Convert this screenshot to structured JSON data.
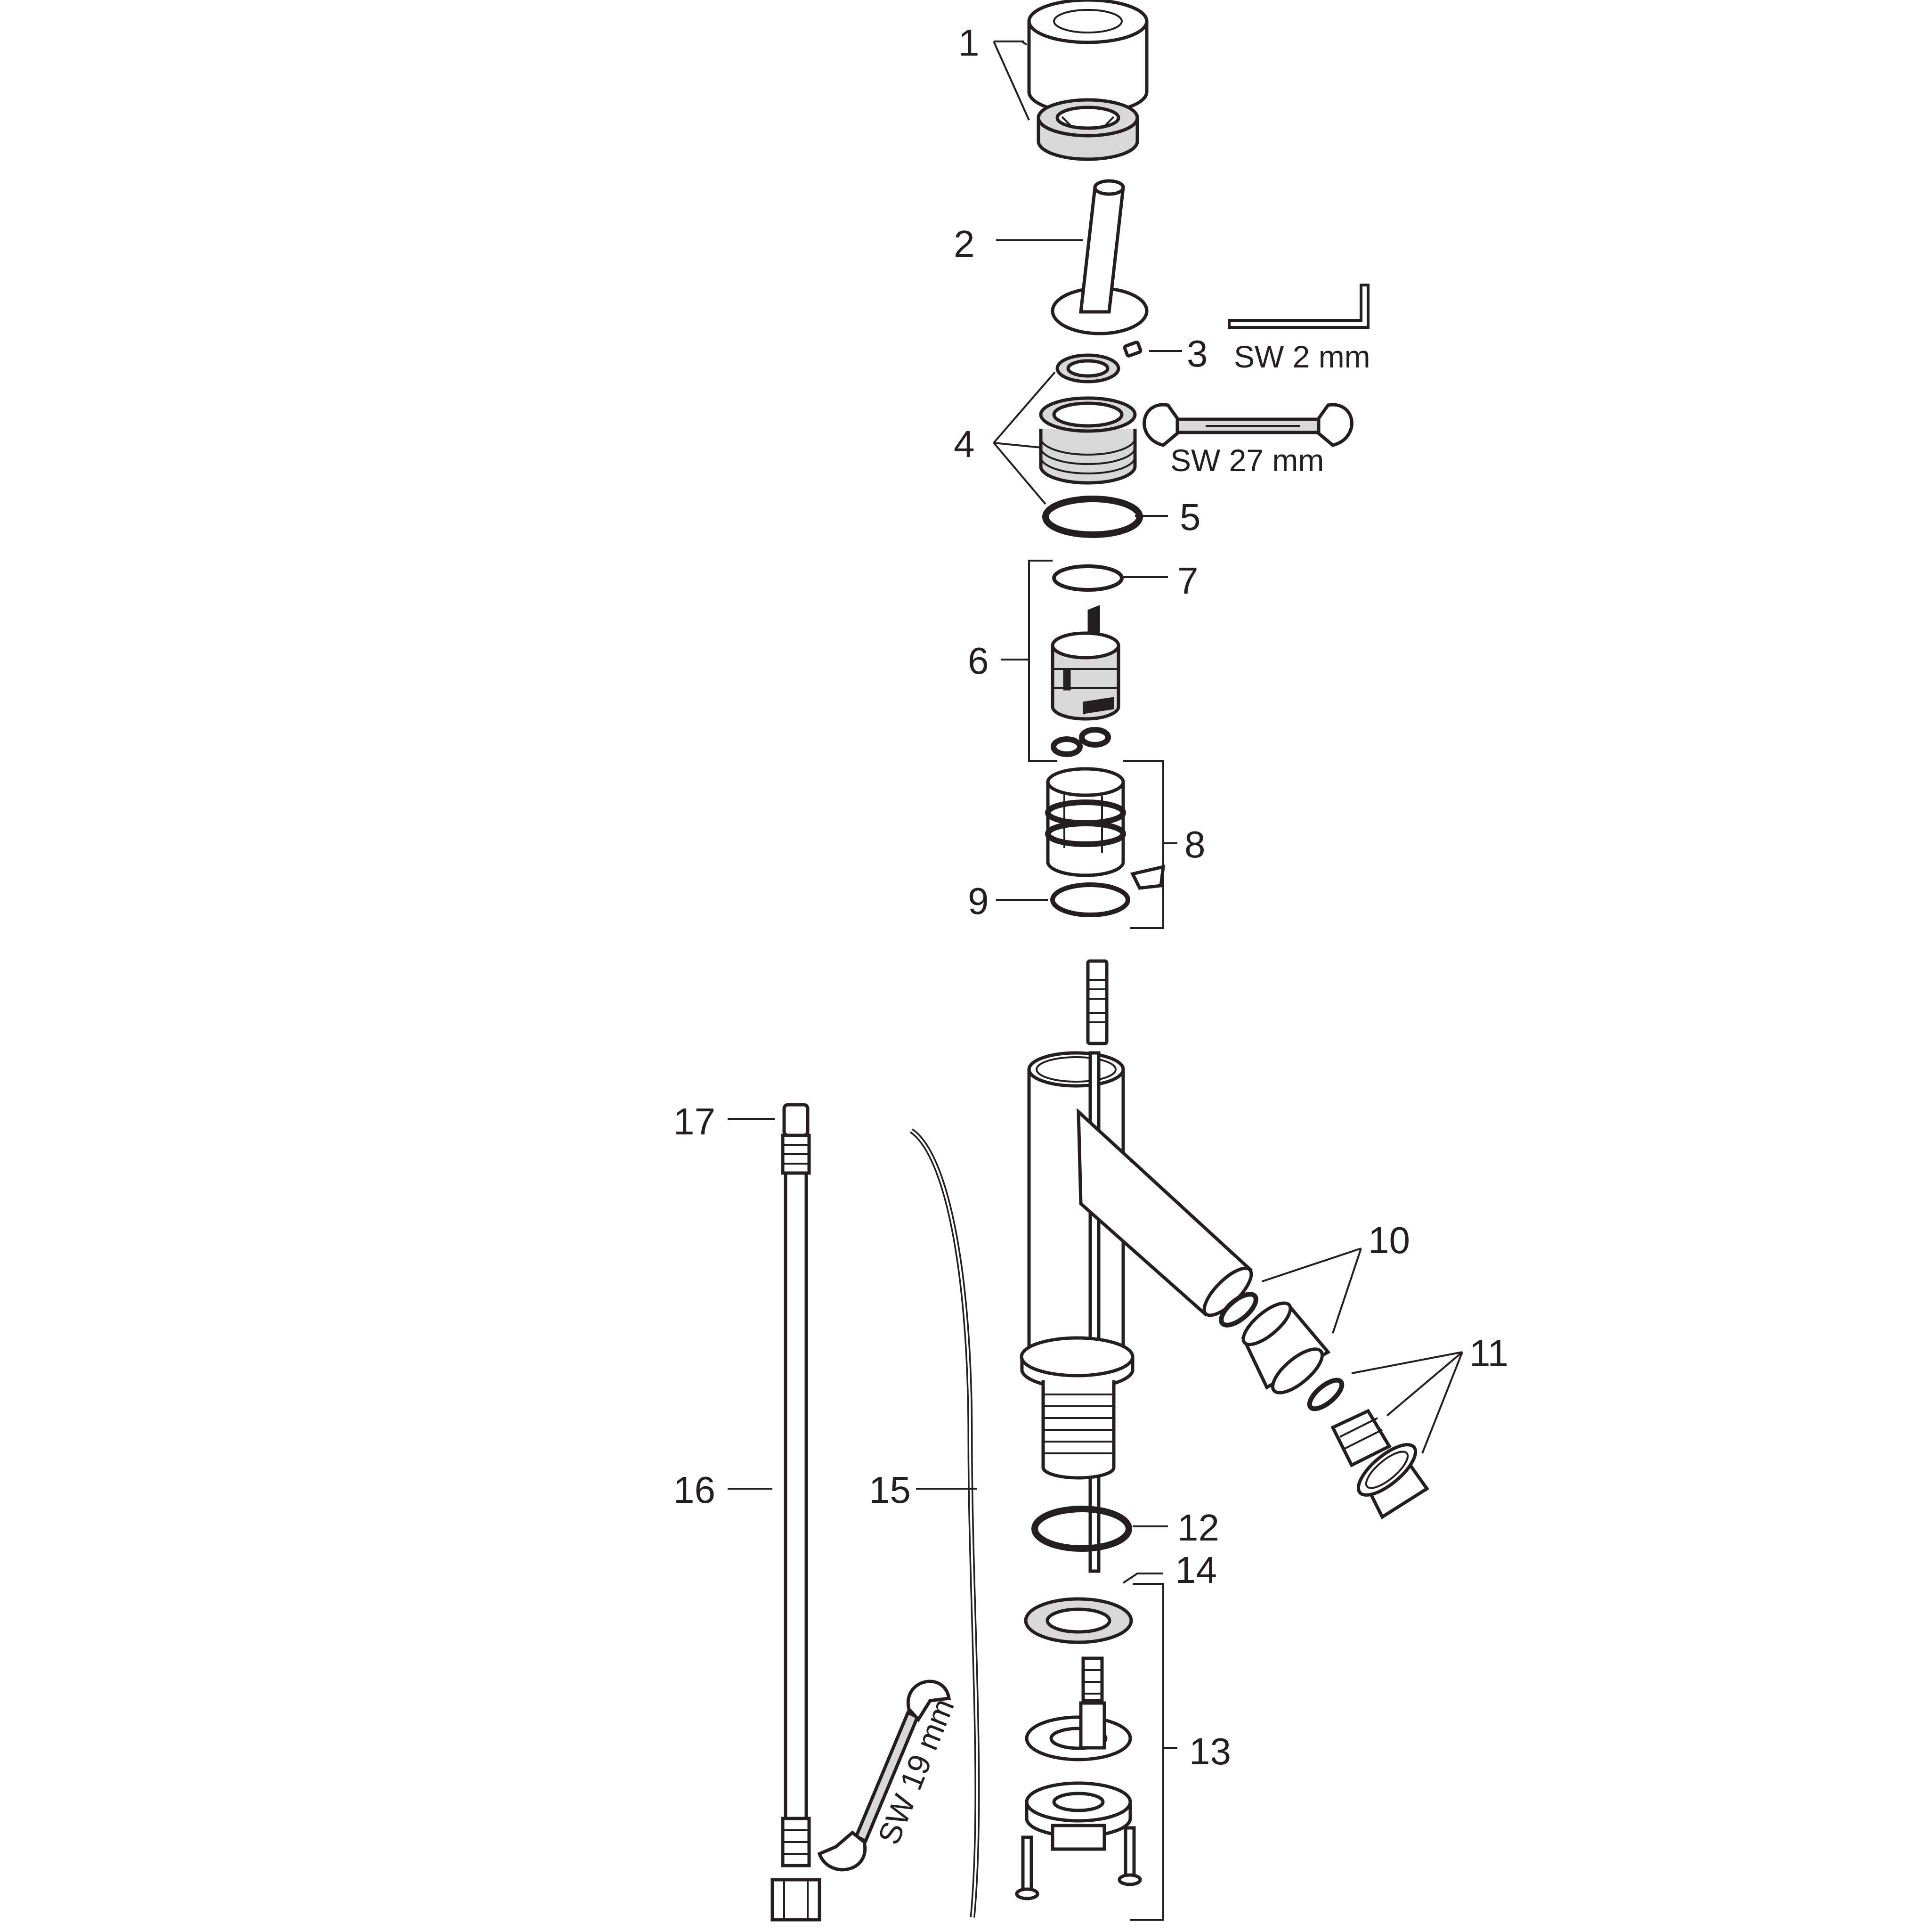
{
  "callouts": [
    {
      "id": "1",
      "text": "1"
    },
    {
      "id": "2",
      "text": "2"
    },
    {
      "id": "3",
      "text": "3"
    },
    {
      "id": "4",
      "text": "4"
    },
    {
      "id": "5",
      "text": "5"
    },
    {
      "id": "6",
      "text": "6"
    },
    {
      "id": "7",
      "text": "7"
    },
    {
      "id": "8",
      "text": "8"
    },
    {
      "id": "9",
      "text": "9"
    },
    {
      "id": "10",
      "text": "10"
    },
    {
      "id": "11",
      "text": "11"
    },
    {
      "id": "12",
      "text": "12"
    },
    {
      "id": "13",
      "text": "13"
    },
    {
      "id": "14",
      "text": "14"
    },
    {
      "id": "15",
      "text": "15"
    },
    {
      "id": "16",
      "text": "16"
    },
    {
      "id": "17",
      "text": "17"
    }
  ],
  "tools": {
    "hex_key": {
      "label": "SW 2 mm",
      "icon": "hex-key-icon"
    },
    "wrench_27": {
      "label": "SW 27 mm",
      "icon": "open-wrench-icon"
    },
    "wrench_19": {
      "label": "SW 19 mm",
      "icon": "open-wrench-icon"
    }
  }
}
